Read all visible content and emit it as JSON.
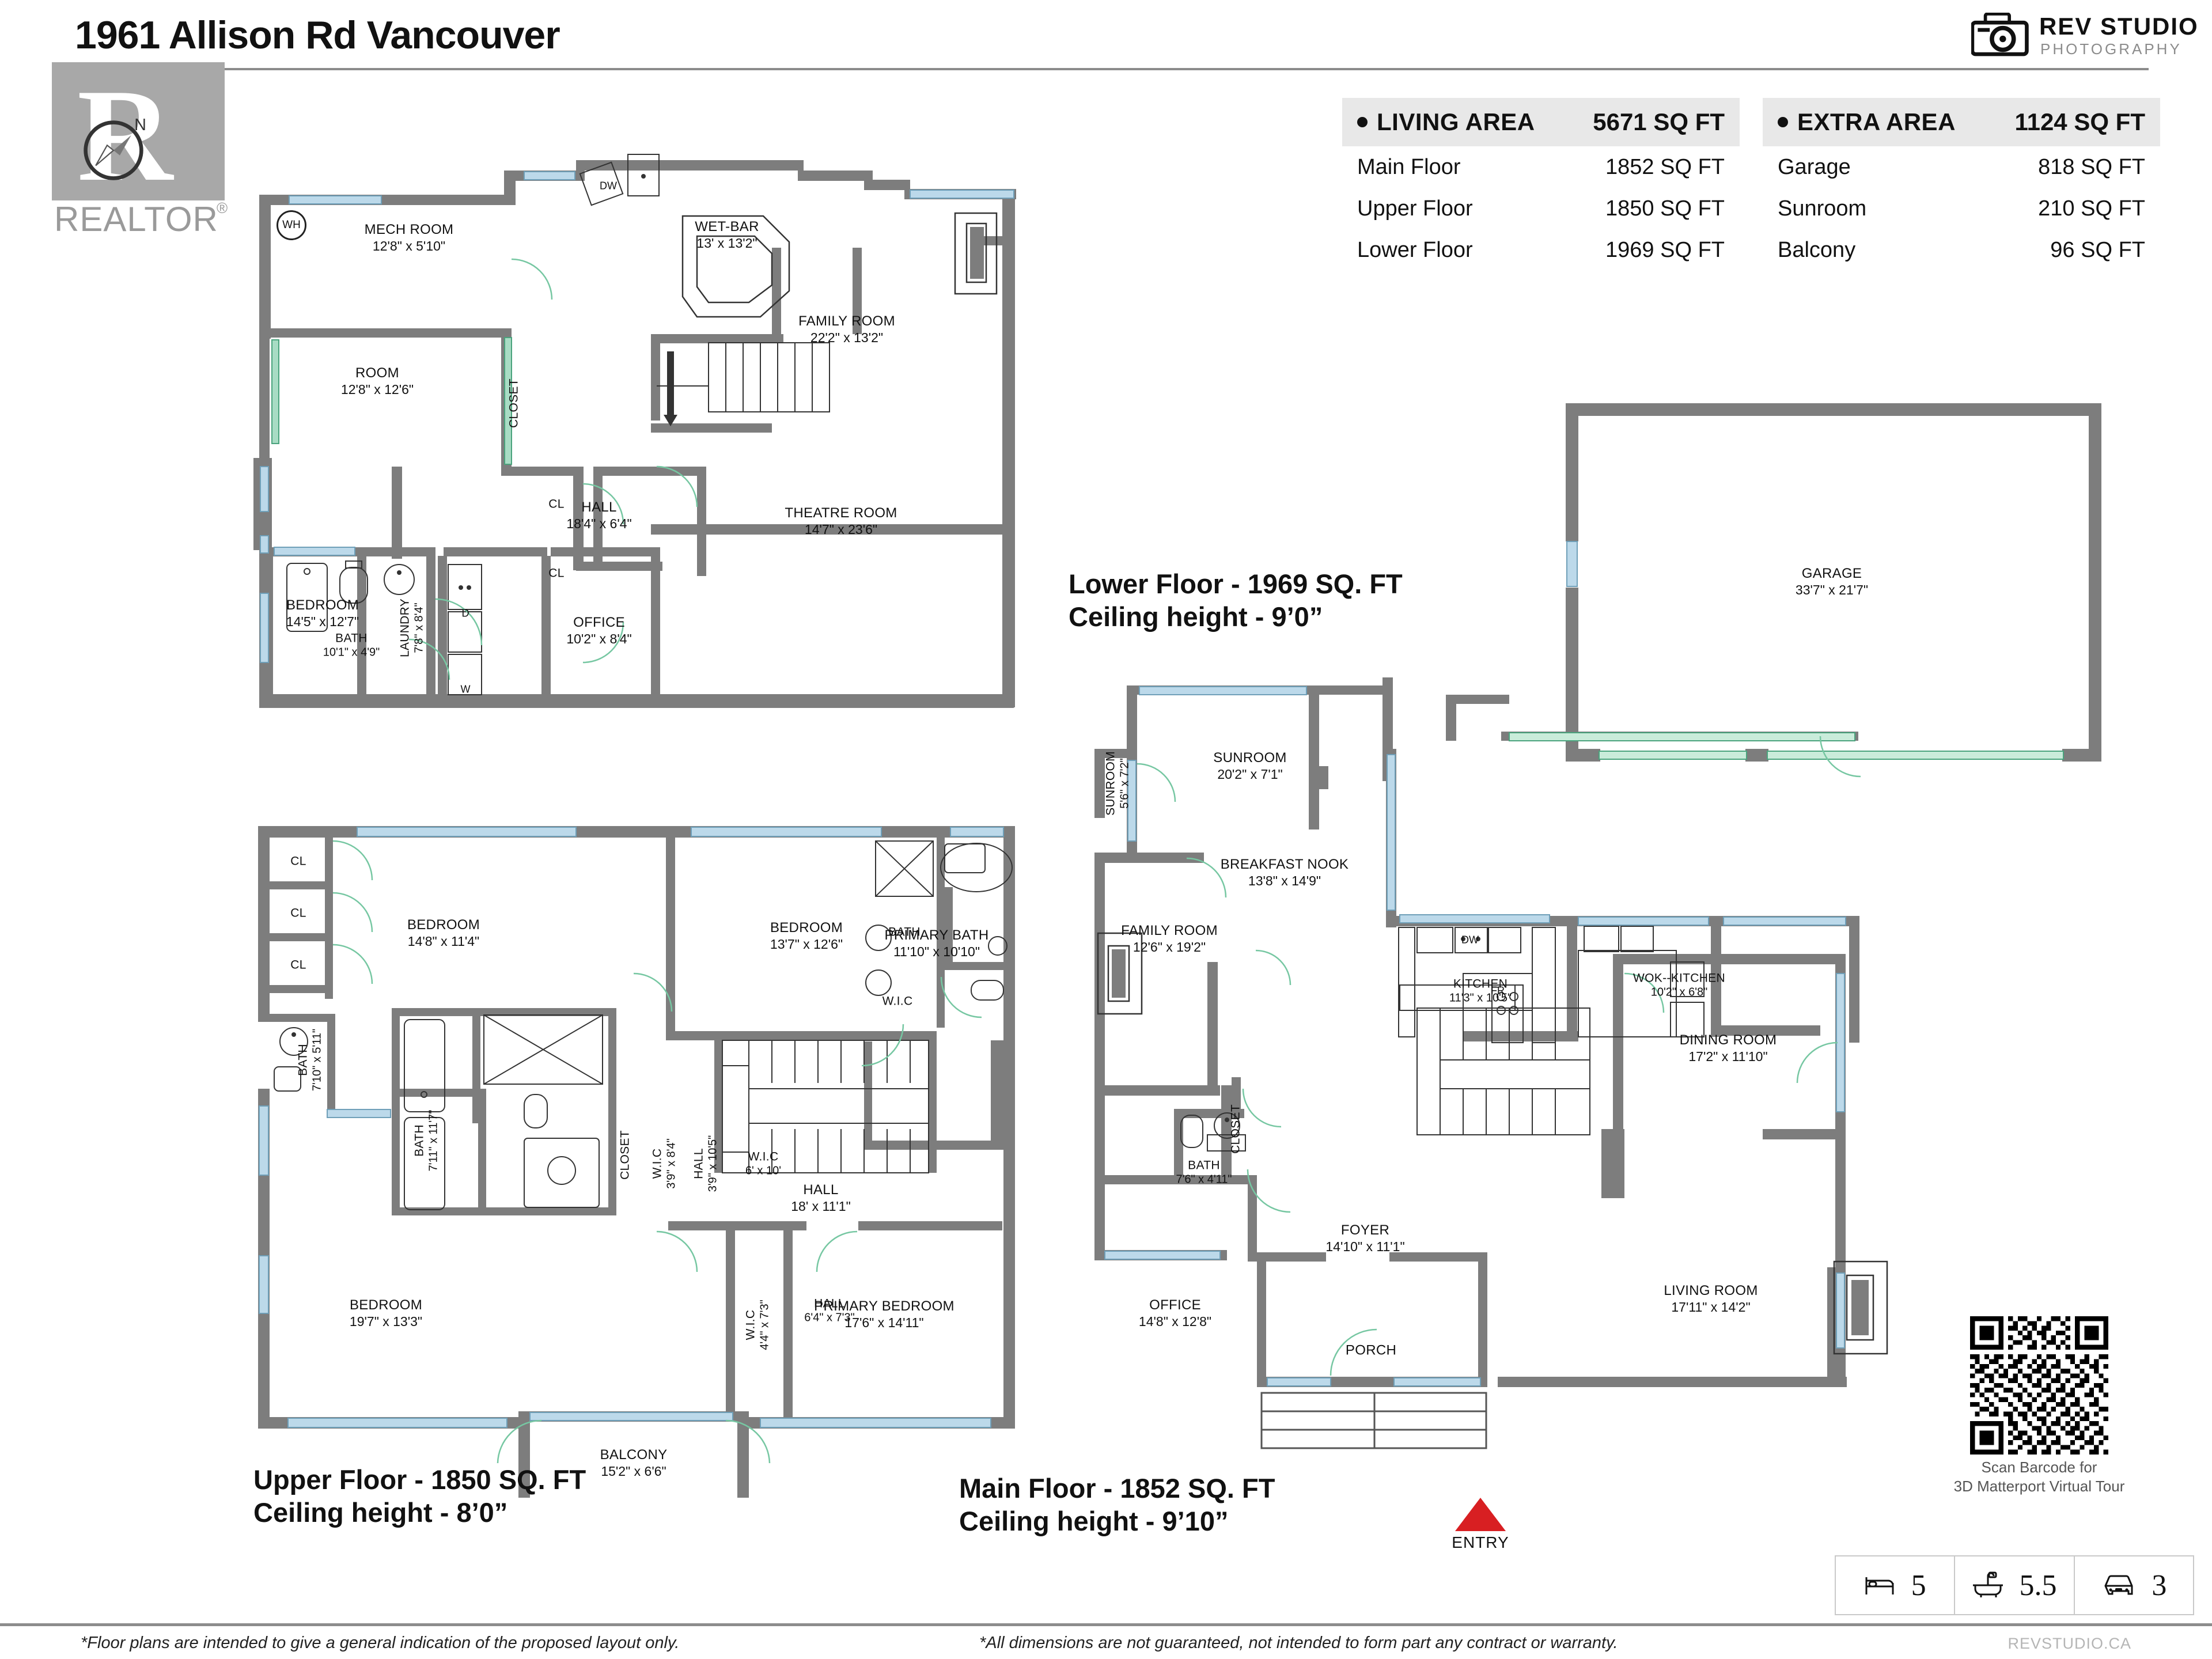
{
  "header": {
    "title": "1961 Allison Rd Vancouver",
    "realtor_logo": {
      "mark": "R",
      "word": "REALTOR",
      "tm": "®"
    },
    "rev_studio": {
      "name": "REV STUDIO",
      "sub": "PHOTOGRAPHY"
    }
  },
  "areas": {
    "living": {
      "title": "LIVING AREA",
      "total": "5671 SQ FT",
      "rows": [
        {
          "k": "Main Floor",
          "v": "1852 SQ FT"
        },
        {
          "k": "Upper Floor",
          "v": "1850 SQ FT"
        },
        {
          "k": "Lower Floor",
          "v": "1969 SQ FT"
        }
      ]
    },
    "extra": {
      "title": "EXTRA AREA",
      "total": "1124 SQ FT",
      "rows": [
        {
          "k": "Garage",
          "v": "818 SQ FT"
        },
        {
          "k": "Sunroom",
          "v": "210 SQ FT"
        },
        {
          "k": "Balcony",
          "v": "96 SQ FT"
        }
      ]
    }
  },
  "floors": {
    "lower": {
      "title_line1": "Lower Floor - 1969 SQ. FT",
      "title_line2": "Ceiling height - 9’0”"
    },
    "upper": {
      "title_line1": "Upper Floor - 1850 SQ. FT",
      "title_line2": "Ceiling height - 8’0”"
    },
    "main": {
      "title_line1": "Main Floor - 1852 SQ. FT",
      "title_line2": "Ceiling height - 9’10”"
    }
  },
  "rooms": {
    "lower": [
      {
        "name": "MECH ROOM",
        "dim": "12'8\" x 5'10\""
      },
      {
        "name": "WET-BAR",
        "dim": "13' x 13'2\""
      },
      {
        "name": "FAMILY ROOM",
        "dim": "22'2\" x 13'2\""
      },
      {
        "name": "ROOM",
        "dim": "12'8\" x 12'6\""
      },
      {
        "name": "BATH",
        "dim": "10'1\" x 4'9\""
      },
      {
        "name": "HALL",
        "dim": "18'4\" x 6'4\""
      },
      {
        "name": "THEATRE ROOM",
        "dim": "14'7\" x 23'6\""
      },
      {
        "name": "BEDROOM",
        "dim": "14'5\" x 12'7\""
      },
      {
        "name": "LAUNDRY",
        "dim": "7'8\" x 8'4\""
      },
      {
        "name": "OFFICE",
        "dim": "10'2\" x 8'4\""
      },
      {
        "name": "CLOSET",
        "dim": ""
      },
      {
        "name": "CL",
        "dim": ""
      },
      {
        "name": "CL",
        "dim": ""
      }
    ],
    "upper": [
      {
        "name": "BEDROOM",
        "dim": "14'8\" x 11'4\""
      },
      {
        "name": "BEDROOM",
        "dim": "13'7\" x 12'6\""
      },
      {
        "name": "BATH",
        "dim": ""
      },
      {
        "name": "PRIMARY BATH",
        "dim": "11'10\" x 10'10\""
      },
      {
        "name": "W.I.C",
        "dim": ""
      },
      {
        "name": "BATH",
        "dim": "7'10\" x 5'11\""
      },
      {
        "name": "BATH",
        "dim": "7'11\" x 11'7\""
      },
      {
        "name": "CLOSET",
        "dim": ""
      },
      {
        "name": "W.I.C",
        "dim": "3'9\" x 8'4\""
      },
      {
        "name": "HALL",
        "dim": "3'9\" x 10'5\""
      },
      {
        "name": "W.I.C",
        "dim": "6' x 10'"
      },
      {
        "name": "HALL",
        "dim": "18' x 11'1\""
      },
      {
        "name": "BEDROOM",
        "dim": "19'7\" x 13'3\""
      },
      {
        "name": "W.I.C",
        "dim": "4'4\" x 7'3\""
      },
      {
        "name": "HALL",
        "dim": "6'4\" x 7'3\""
      },
      {
        "name": "PRIMARY BEDROOM",
        "dim": "17'6\" x 14'11\""
      },
      {
        "name": "BALCONY",
        "dim": "15'2\" x 6'6\""
      },
      {
        "name": "CL",
        "dim": ""
      },
      {
        "name": "CL",
        "dim": ""
      },
      {
        "name": "CL",
        "dim": ""
      }
    ],
    "main": [
      {
        "name": "SUNROOM",
        "dim": "5'6\" x 7'2\""
      },
      {
        "name": "SUNROOM",
        "dim": "20'2\" x 7'1\""
      },
      {
        "name": "BREAKFAST NOOK",
        "dim": "13'8\" x 14'9\""
      },
      {
        "name": "KITCHEN",
        "dim": "11'3\" x 10'5\""
      },
      {
        "name": "WOK--KITCHEN",
        "dim": "10'2\" x 6'8\""
      },
      {
        "name": "FAMILY ROOM",
        "dim": "12'6\" x 19'2\""
      },
      {
        "name": "DINING ROOM",
        "dim": "17'2\" x 11'10\""
      },
      {
        "name": "CLOSET",
        "dim": ""
      },
      {
        "name": "BATH",
        "dim": "7'6\" x 4'11\""
      },
      {
        "name": "FOYER",
        "dim": "14'10\" x 11'1\""
      },
      {
        "name": "LIVING ROOM",
        "dim": "17'11\" x 14'2\""
      },
      {
        "name": "OFFICE",
        "dim": "14'8\" x 12'8\""
      },
      {
        "name": "PORCH",
        "dim": ""
      }
    ],
    "garage": [
      {
        "name": "GARAGE",
        "dim": "33'7\" x 21'7\""
      }
    ]
  },
  "equipment": {
    "wh": "WH",
    "dw_lower": "DW",
    "dw_main": "DW",
    "dryer": "D",
    "washer": "W",
    "fridge": "FR"
  },
  "entry": {
    "label": "ENTRY",
    "color": "#d81f22"
  },
  "qr": {
    "caption_line1": "Scan Barcode for",
    "caption_line2": "3D Matterport Virtual Tour"
  },
  "spec": {
    "beds": "5",
    "baths": "5.5",
    "cars": "3"
  },
  "footer": {
    "left": "*Floor plans are intended to give a general indication of the proposed layout only.",
    "middle": "*All dimensions are not guaranteed, not intended to form part any contract or warranty.",
    "right": "REVSTUDIO.CA"
  },
  "colors": {
    "wall": "#7d7d7d",
    "window": "#bcd9ea",
    "door_swing": "#76c7a2",
    "accent_red": "#d81f22"
  }
}
